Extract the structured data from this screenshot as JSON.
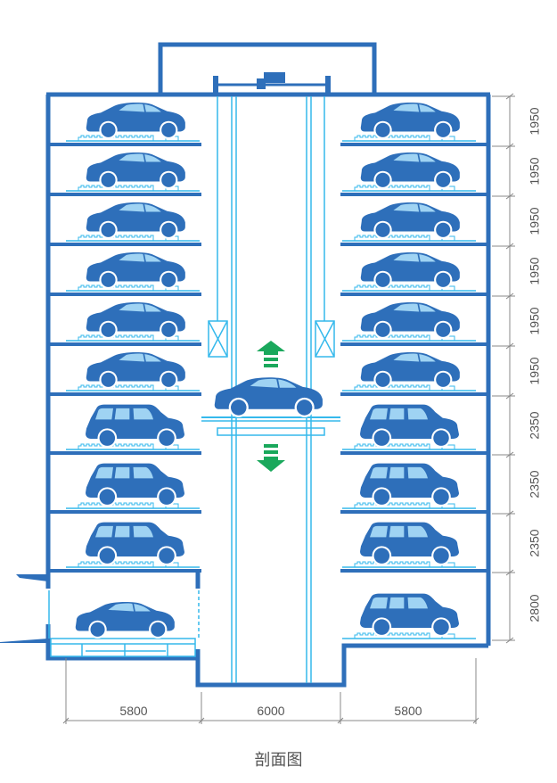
{
  "caption": "剖面图",
  "colors": {
    "structure": "#2e6fba",
    "car_body": "#2e6fba",
    "car_window": "#9fd3f3",
    "rail": "#35b9ec",
    "arrow": "#1aa85c",
    "dimension": "#888888",
    "text": "#555555"
  },
  "width_dimensions": [
    "5800",
    "6000",
    "5800"
  ],
  "floors": [
    {
      "height": "1950",
      "left_car": "sedan",
      "right_car": "sedan"
    },
    {
      "height": "1950",
      "left_car": "sedan",
      "right_car": "sedan"
    },
    {
      "height": "1950",
      "left_car": "sedan",
      "right_car": "sedan"
    },
    {
      "height": "1950",
      "left_car": "sedan",
      "right_car": "sedan"
    },
    {
      "height": "1950",
      "left_car": "sedan",
      "right_car": "sedan"
    },
    {
      "height": "1950",
      "left_car": "sedan",
      "right_car": "sedan"
    },
    {
      "height": "2350",
      "left_car": "suv",
      "right_car": "suv"
    },
    {
      "height": "2350",
      "left_car": "suv",
      "right_car": "suv"
    },
    {
      "height": "2350",
      "left_car": "suv",
      "right_car": "suv"
    },
    {
      "height": "2800",
      "left_car": "sedan",
      "right_car": "suv"
    }
  ],
  "lift": {
    "car": "sedan",
    "arrows": [
      "up-arrow",
      "down-arrow"
    ]
  }
}
